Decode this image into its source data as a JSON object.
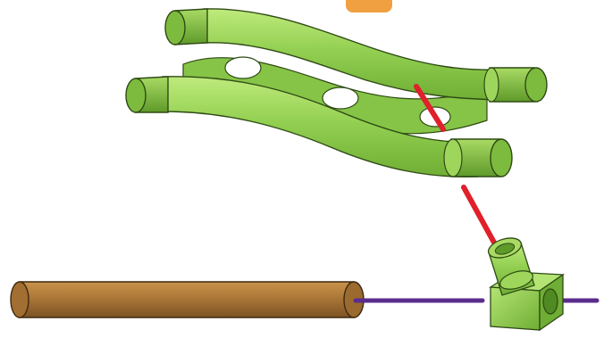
{
  "diagram": {
    "kind": "assembly-instruction",
    "parts": [
      {
        "id": "curved-double-tube-connector",
        "color": "#8FD14F"
      },
      {
        "id": "angled-rod-connector",
        "color": "#8FD14F"
      },
      {
        "id": "wooden-rod",
        "color": "#B07A3A"
      }
    ],
    "connection_lines": [
      {
        "id": "red-line-top",
        "color": "#E0202A"
      },
      {
        "id": "red-line-bottom",
        "color": "#E0202A"
      },
      {
        "id": "purple-line-left",
        "color": "#5B2C8C"
      },
      {
        "id": "purple-line-right",
        "color": "#5B2C8C"
      }
    ],
    "step_badge": {
      "color": "#F0A040"
    }
  }
}
